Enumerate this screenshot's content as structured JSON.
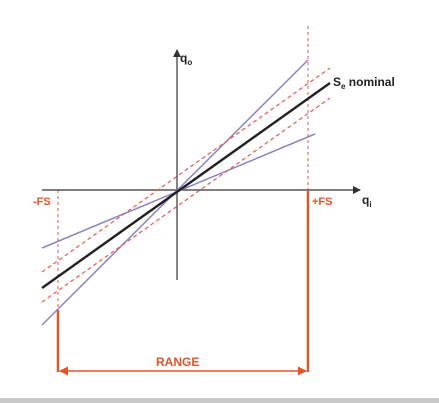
{
  "diagram": {
    "y_axis_label": {
      "main": "q",
      "sub": "o"
    },
    "x_axis_label": {
      "main": "q",
      "sub": "i"
    },
    "nominal_label": {
      "main": "S",
      "sub": "e",
      "rest": " nominal"
    },
    "neg_fs_label": "-FS",
    "pos_fs_label": "+FS",
    "range_label": "RANGE"
  },
  "colors": {
    "axis": "#333333",
    "nominal_line": "#222222",
    "bound_lines": "#8a84c4",
    "tolerance_dashed": "#e85a50",
    "range_marker": "#e2542a",
    "bottom_strip": "#c9c9c9"
  }
}
